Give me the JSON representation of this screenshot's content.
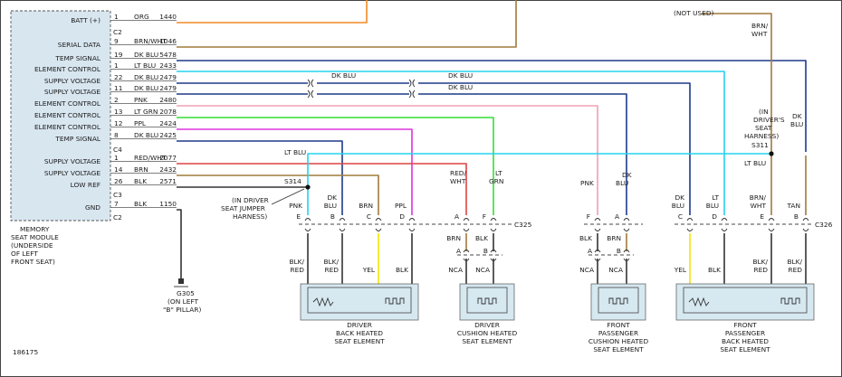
{
  "colors": {
    "org": "#f08a24",
    "brn": "#a07a3c",
    "dkblu": "#1e3a8a",
    "ltblu": "#22d3ee",
    "pnk": "#f0a0b4",
    "ltgrn": "#33dd33",
    "ppl": "#dd33dd",
    "redwht": "#dd4444",
    "blk": "#333333",
    "yel": "#f5e400",
    "module": "#d8e6f0",
    "element": "#d6e8f0"
  },
  "module": {
    "title_lines": [
      "MEMORY",
      "SEAT MODULE",
      "(UNDERSIDE",
      "OF LEFT",
      "FRONT SEAT)"
    ],
    "connectors": [
      "C2",
      "C4",
      "C3",
      "C2"
    ],
    "pins": [
      {
        "label": "BATT (+)",
        "pin": "1",
        "color": "ORG",
        "circuit": "1440"
      },
      {
        "label": "SERIAL DATA",
        "pin": "9",
        "color": "BRN/WHT",
        "circuit": "1046"
      },
      {
        "label": "TEMP SIGNAL",
        "pin": "19",
        "color": "DK BLU",
        "circuit": "5478"
      },
      {
        "label": "ELEMENT CONTROL",
        "pin": "1",
        "color": "LT BLU",
        "circuit": "2433"
      },
      {
        "label": "SUPPLY VOLTAGE",
        "pin": "22",
        "color": "DK BLU",
        "circuit": "2479"
      },
      {
        "label": "SUPPLY VOLTAGE",
        "pin": "11",
        "color": "DK BLU",
        "circuit": "2479"
      },
      {
        "label": "ELEMENT CONTROL",
        "pin": "2",
        "color": "PNK",
        "circuit": "2480"
      },
      {
        "label": "ELEMENT CONTROL",
        "pin": "13",
        "color": "LT GRN",
        "circuit": "2078"
      },
      {
        "label": "ELEMENT CONTROL",
        "pin": "12",
        "color": "PPL",
        "circuit": "2424"
      },
      {
        "label": "TEMP SIGNAL",
        "pin": "8",
        "color": "DK BLU",
        "circuit": "2425"
      },
      {
        "label": "SUPPLY VOLTAGE",
        "pin": "1",
        "color": "RED/WHT",
        "circuit": "2077"
      },
      {
        "label": "SUPPLY VOLTAGE",
        "pin": "14",
        "color": "BRN",
        "circuit": "2432"
      },
      {
        "label": "LOW REF",
        "pin": "26",
        "color": "BLK",
        "circuit": "2571"
      },
      {
        "label": "GND",
        "pin": "7",
        "color": "BLK",
        "circuit": "1150"
      }
    ]
  },
  "labels": {
    "not_used": "(NOT USED)",
    "brn_wht_top": [
      "BRN/",
      "WHT"
    ],
    "dk_blu": "DK BLU",
    "lt_blu": "LT BLU",
    "in_drivers_seat_harness": [
      "(IN",
      "DRIVER'S",
      "SEAT",
      "HARNESS)"
    ],
    "s311": "S311",
    "s314": "S314",
    "in_driver_seat_jumper_harness": [
      "(IN DRIVER",
      "SEAT JUMPER",
      "HARNESS)"
    ],
    "dk_blu_right": [
      "DK",
      "BLU"
    ],
    "c325": "C325",
    "c326": "C326",
    "ground": [
      "G305",
      "(ON LEFT",
      "\"B\" PILLAR)"
    ],
    "figure_id": "186175"
  },
  "wire_labels": {
    "red_wht": [
      "RED/",
      "WHT"
    ],
    "lt_grn": [
      "LT",
      "GRN"
    ],
    "pnk": "PNK",
    "dk_blu_mid": [
      "DK",
      "BLU"
    ]
  },
  "c325_pins": [
    {
      "wire": "PNK",
      "pin": "E"
    },
    {
      "wire": "DK BLU",
      "pin": "B"
    },
    {
      "wire": "BRN",
      "pin": "C"
    },
    {
      "wire": "PPL",
      "pin": "D"
    },
    {
      "wire": "RED/WHT",
      "pin": "A"
    },
    {
      "wire": "LT GRN",
      "pin": "F"
    },
    {
      "wire": "PNK",
      "pin": "F"
    },
    {
      "wire": "DK BLU",
      "pin": "A"
    }
  ],
  "c326_pins": [
    {
      "wire": "DK BLU",
      "pin": "C"
    },
    {
      "wire": "LT BLU",
      "pin": "D"
    },
    {
      "wire": "BRN/ WHT",
      "pin": "E"
    },
    {
      "wire": "TAN",
      "pin": "B"
    }
  ],
  "below_connector": {
    "brn": "BRN",
    "blk": "BLK",
    "a": "A",
    "b": "B",
    "nca": "NCA",
    "yel": "YEL",
    "blk_red": [
      "BLK/",
      "RED"
    ]
  },
  "elements": [
    {
      "name_lines": [
        "DRIVER",
        "BACK HEATED",
        "SEAT ELEMENT"
      ]
    },
    {
      "name_lines": [
        "DRIVER",
        "CUSHION HEATED",
        "SEAT ELEMENT"
      ]
    },
    {
      "name_lines": [
        "FRONT",
        "PASSENGER",
        "CUSHION HEATED",
        "SEAT ELEMENT"
      ]
    },
    {
      "name_lines": [
        "FRONT",
        "PASSENGER",
        "BACK HEATED",
        "SEAT ELEMENT"
      ]
    }
  ]
}
